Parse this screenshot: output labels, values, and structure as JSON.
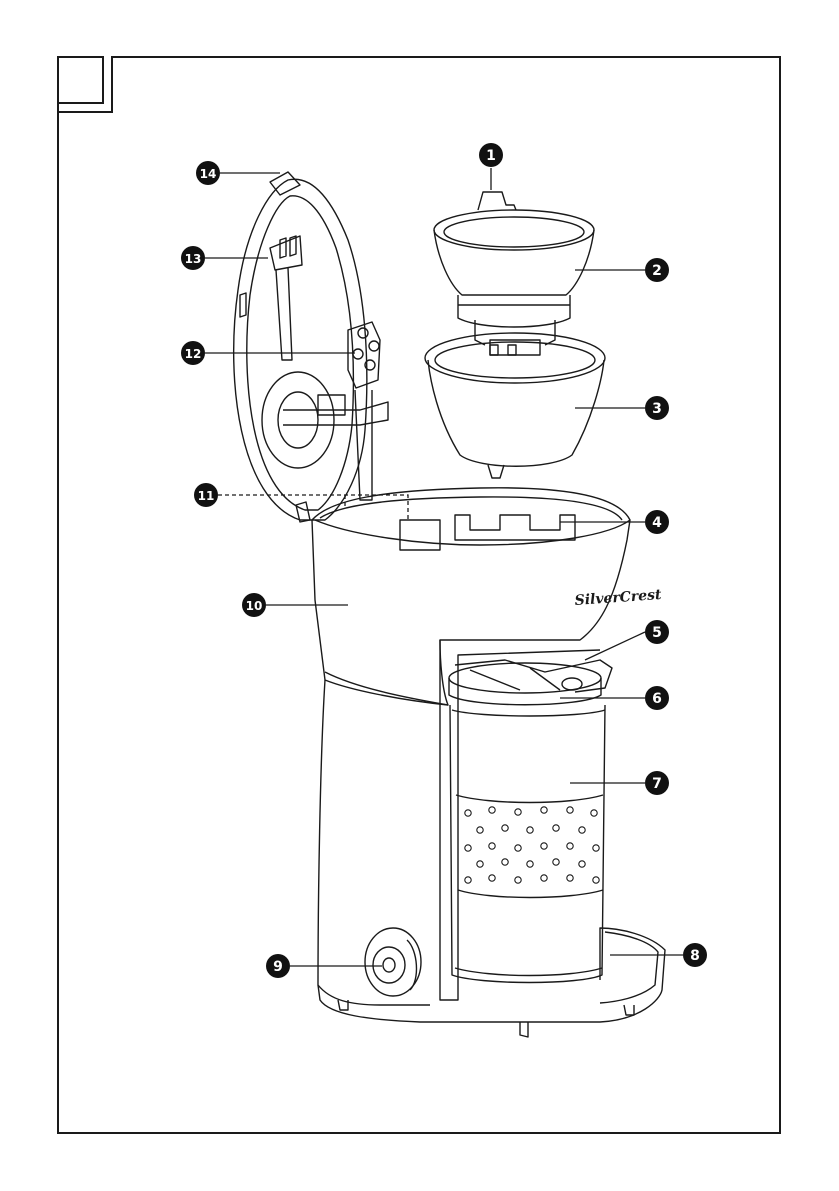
{
  "figure": {
    "brand_text": "SilverCrest",
    "callouts": [
      {
        "number": "1"
      },
      {
        "number": "2"
      },
      {
        "number": "3"
      },
      {
        "number": "4"
      },
      {
        "number": "5"
      },
      {
        "number": "6"
      },
      {
        "number": "7"
      },
      {
        "number": "8"
      },
      {
        "number": "9"
      },
      {
        "number": "10"
      },
      {
        "number": "11"
      },
      {
        "number": "12"
      },
      {
        "number": "13"
      },
      {
        "number": "14"
      }
    ]
  }
}
